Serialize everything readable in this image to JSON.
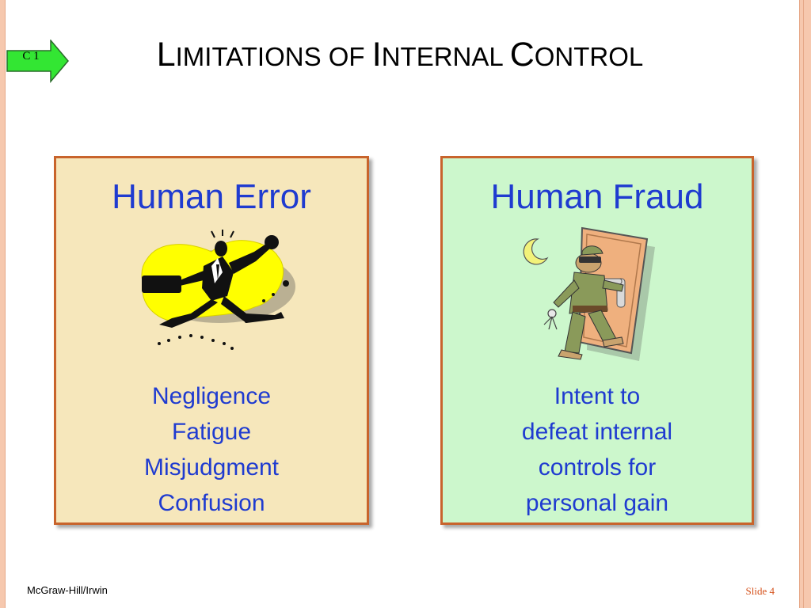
{
  "badge": {
    "label": "C 1"
  },
  "title": {
    "parts": [
      {
        "cap": "L",
        "rest": "IMITATIONS OF "
      },
      {
        "cap": "I",
        "rest": "NTERNAL "
      },
      {
        "cap": "C",
        "rest": "ONTROL"
      }
    ]
  },
  "panels": {
    "error": {
      "heading": "Human Error",
      "lines": [
        "Negligence",
        "Fatigue",
        "Misjudgment",
        "Confusion"
      ],
      "bg": "#f6e7bb"
    },
    "fraud": {
      "heading": "Human Fraud",
      "lines": [
        "Intent to",
        "defeat internal",
        "controls for",
        "personal gain"
      ],
      "bg": "#ccf7cc"
    }
  },
  "colors": {
    "accent": "#1f3bd0",
    "border": "#c8642c",
    "badge": "#33e633"
  },
  "footer": {
    "publisher": "McGraw-Hill/Irwin",
    "slide": "Slide 4"
  }
}
